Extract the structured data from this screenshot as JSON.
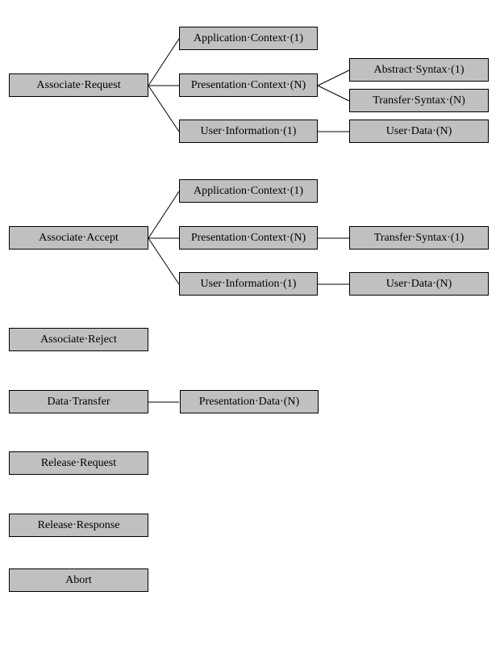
{
  "colors": {
    "box_fill": "#c0c0c0",
    "border": "#000000",
    "background": "#ffffff"
  },
  "associate_request": {
    "label": "Associate·Request",
    "children": {
      "application_context": "Application·Context·(1)",
      "presentation_context": "Presentation·Context·(N)",
      "user_information": "User·Information·(1)"
    },
    "presentation_context_children": {
      "abstract_syntax": "Abstract·Syntax·(1)",
      "transfer_syntax": "Transfer·Syntax·(N)"
    },
    "user_information_children": {
      "user_data": "User·Data·(N)"
    }
  },
  "associate_accept": {
    "label": "Associate·Accept",
    "children": {
      "application_context": "Application·Context·(1)",
      "presentation_context": "Presentation·Context·(N)",
      "user_information": "User·Information·(1)"
    },
    "presentation_context_children": {
      "transfer_syntax": "Transfer·Syntax·(1)"
    },
    "user_information_children": {
      "user_data": "User·Data·(N)"
    }
  },
  "associate_reject": {
    "label": "Associate·Reject"
  },
  "data_transfer": {
    "label": "Data·Transfer",
    "children": {
      "presentation_data": "Presentation·Data·(N)"
    }
  },
  "release_request": {
    "label": "Release·Request"
  },
  "release_response": {
    "label": "Release·Response"
  },
  "abort": {
    "label": "Abort"
  }
}
